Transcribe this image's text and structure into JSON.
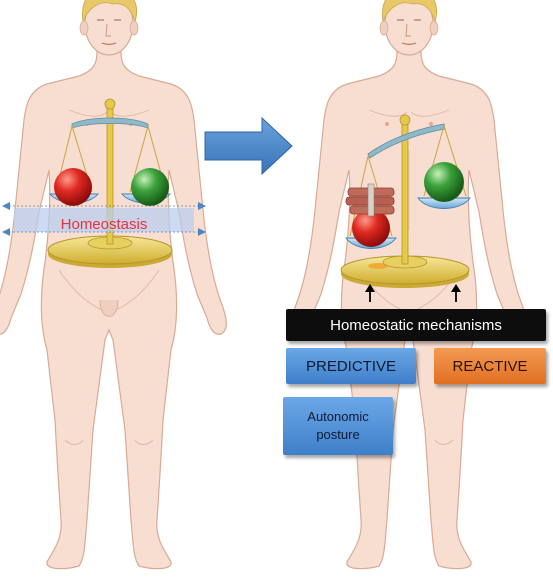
{
  "left_figure": {
    "label": "Homeostasis"
  },
  "right_figure": {
    "mechanisms_label": "Homeostatic mechanisms",
    "predictive_label": "PREDICTIVE",
    "reactive_label": "REACTIVE",
    "autonomic_label_line1": "Autonomic",
    "autonomic_label_line2": "posture"
  },
  "colors": {
    "skin": "#f7ded1",
    "skin_outline": "#d9aa94",
    "hair": "#e9c86a",
    "gold": "#e3cb55",
    "red_ball": "#d41e1e",
    "green_ball": "#3aa13a",
    "pan_blue": "#8cc1e4",
    "arrow_blue": "#4a86c8",
    "homeostasis_band": "#b9cdf0",
    "weight_brown": "#c06a5a",
    "predictive": "#4f8fd6",
    "reactive": "#e8782a",
    "mechanisms": "#0d0d0d"
  },
  "icons": [
    "human-figure-icon",
    "balance-scale-icon",
    "right-arrow-icon",
    "weight-stack-icon",
    "up-arrow-icon"
  ]
}
